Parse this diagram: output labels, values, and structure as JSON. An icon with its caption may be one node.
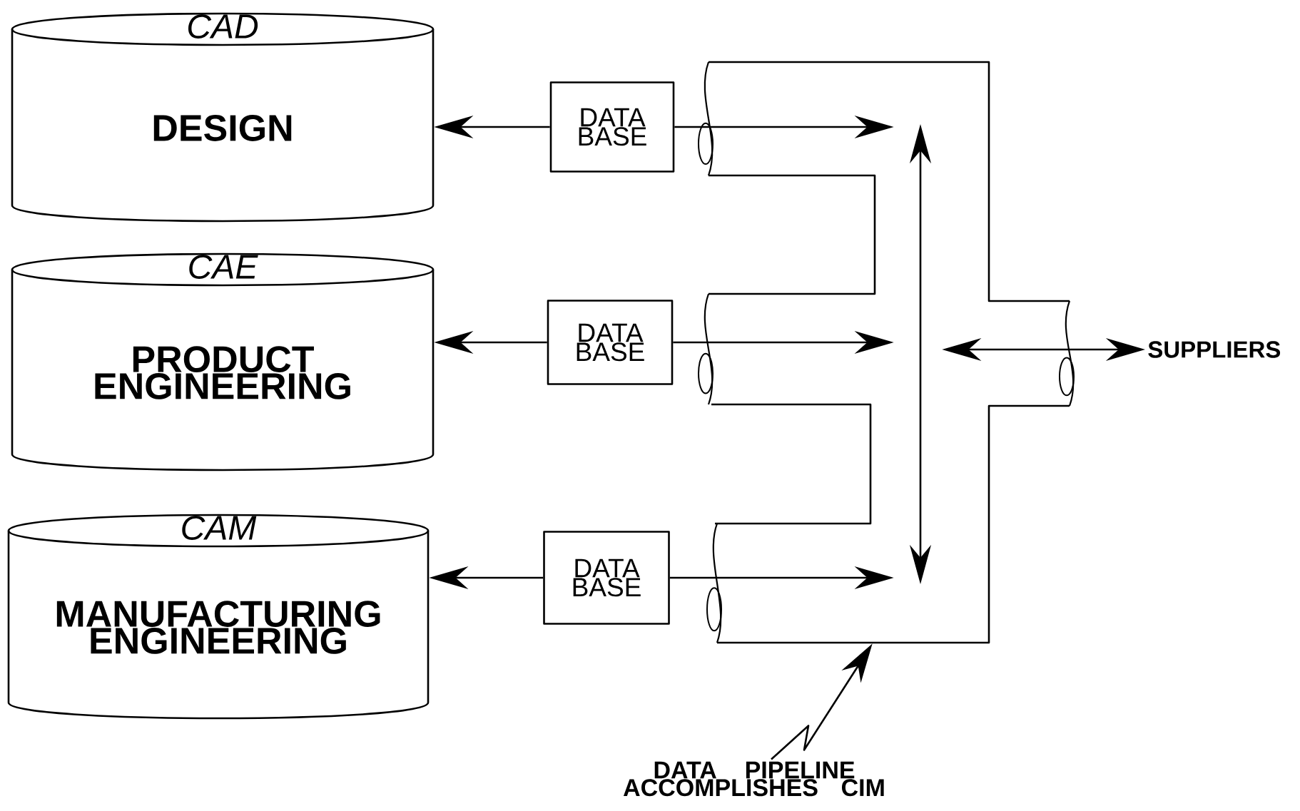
{
  "diagram": {
    "nodes": [
      {
        "text": [
          "CAD",
          "DESIGN"
        ]
      },
      {
        "text": [
          "CAE",
          "PRODUCT ENGINEERING"
        ]
      },
      {
        "text": [
          "CAM",
          "MANUFACTURING ENGINEERING"
        ]
      },
      {
        "text": [
          "DATA BASE"
        ]
      },
      {
        "text": [
          "DATA BASE"
        ]
      },
      {
        "text": [
          "DATA BASE"
        ]
      },
      {
        "text": [],
        "shape": "pipe"
      },
      {
        "text": [
          "SUPPLIERS"
        ]
      },
      {
        "text": [
          "DATA PIPELINE ACCOMPLISHES CIM"
        ]
      }
    ],
    "edges": [
      {
        "from": 3,
        "to": 0,
        "arrow": "to"
      },
      {
        "from": 3,
        "to": 6,
        "arrow": "to"
      },
      {
        "from": 4,
        "to": 1,
        "arrow": "to"
      },
      {
        "from": 4,
        "to": 6,
        "arrow": "to"
      },
      {
        "from": 5,
        "to": 2,
        "arrow": "to"
      },
      {
        "from": 5,
        "to": 6,
        "arrow": "to"
      },
      {
        "from": 6,
        "to": 7,
        "arrow": "both"
      },
      {
        "from": 8,
        "to": 6,
        "arrow": "to"
      }
    ]
  }
}
